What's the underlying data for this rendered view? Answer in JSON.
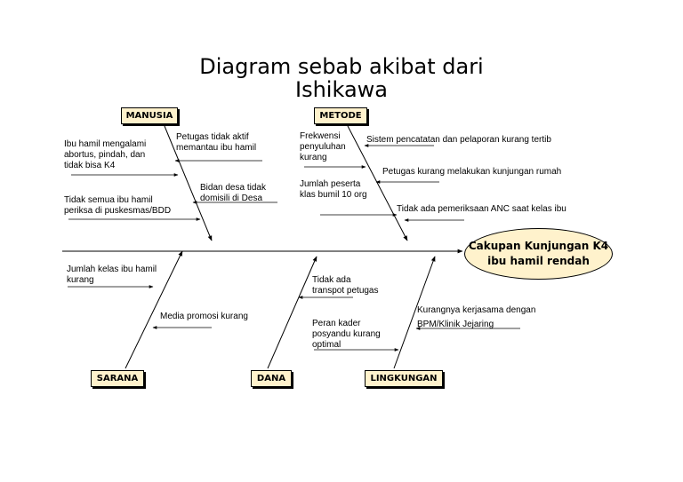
{
  "title_line1": "Diagram sebab akibat dari",
  "title_line2": "Ishikawa",
  "effect": "Cakupan Kunjungan K4\nibu hamil rendah",
  "categories": {
    "manusia": "MANUSIA",
    "metode": "METODE",
    "sarana": "SARANA",
    "dana": "DANA",
    "lingkungan": "LINGKUNGAN"
  },
  "causes": {
    "manusia_1": "Petugas tidak aktif\nmemantau ibu hamil",
    "manusia_2": "Ibu hamil mengalami\nabortus, pindah, dan\ntidak bisa K4",
    "manusia_3": "Bidan desa tidak\ndomisili di Desa",
    "manusia_4": "Tidak semua ibu hamil\nperiksa di puskesmas/BDD",
    "metode_1": "Frekwensi\npenyuluhan\nkurang",
    "metode_2": "Sistem pencatatan dan pelaporan kurang tertib",
    "metode_3": "Petugas kurang melakukan kunjungan rumah",
    "metode_4": "Jumlah peserta\nklas bumil 10 org",
    "metode_5": "Tidak ada pemeriksaan ANC saat kelas ibu",
    "sarana_1": "Jumlah kelas ibu hamil\nkurang",
    "sarana_2": "Media promosi kurang",
    "dana_1": "Tidak ada\ntranspot petugas",
    "dana_2": "Peran kader\nposyandu kurang\noptimal",
    "lingkungan_1": "Kurangnya  kerjasama dengan\nBPM/Klinik Jejaring"
  },
  "colors": {
    "box_fill": "#fff2cc",
    "line": "#000000"
  }
}
